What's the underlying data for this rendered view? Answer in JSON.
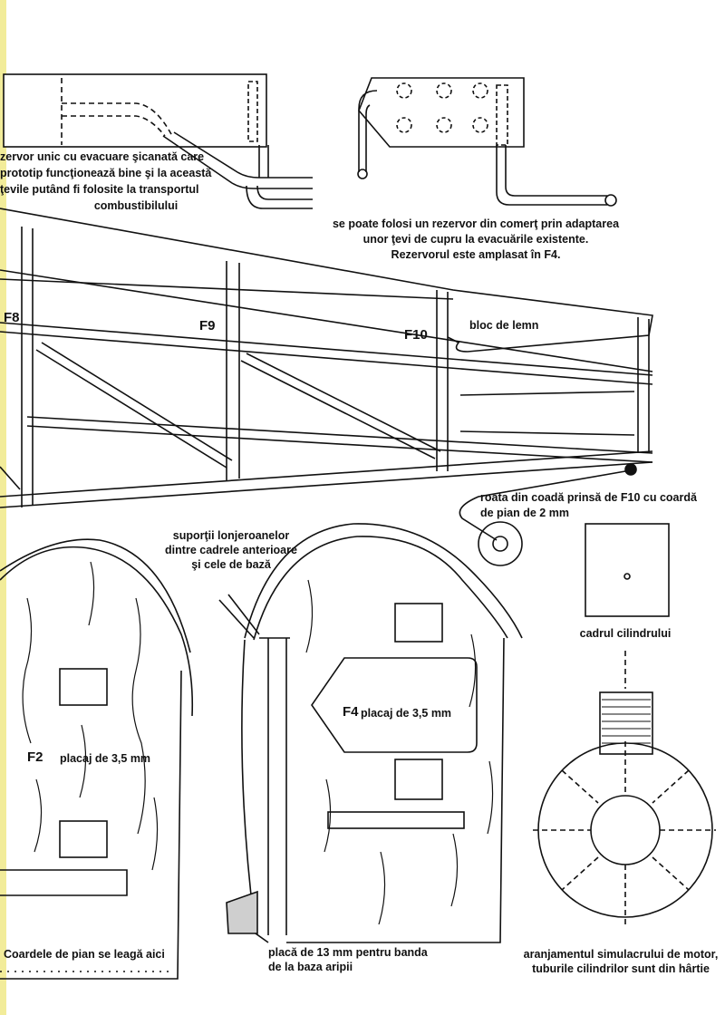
{
  "tank_note": {
    "line1": "zervor unic cu evacuare şicanată care",
    "line2": "prototip funcţionează bine şi la această",
    "line3": "ţevile putând fi folosite la transportul",
    "line4": "combustibilului"
  },
  "commercial_tank": {
    "line1": "se poate folosi un rezervor din comerţ prin adaptarea",
    "line2": "unor ţevi de cupru la evacuările existente.",
    "line3": "Rezervorul este amplasat în F4."
  },
  "frames": {
    "f8": "F8",
    "f9": "F9",
    "f10": "F10"
  },
  "wood_block": "bloc de lemn",
  "tail_wheel": {
    "line1": "roata din coadă prinsă de F10 cu coardă",
    "line2": "de pian de 2 mm"
  },
  "stringer_supports": {
    "line1": "suporţii lonjeroanelor",
    "line2": "dintre cadrele anterioare",
    "line3": "şi cele de bază"
  },
  "cylinder_frame": "cadrul cilindrului",
  "f4": {
    "code": "F4",
    "material": "placaj de 3,5 mm"
  },
  "f2": {
    "code": "F2",
    "material": "placaj de 3,5 mm"
  },
  "piano_wire_note": "Coardele de pian se leagă aici",
  "plate_note": {
    "line1": "placă de 13 mm pentru banda",
    "line2": "de la baza aripii"
  },
  "engine_sim": {
    "line1": "aranjamentul simulacrului de motor,",
    "line2": "tuburile cilindrilor sunt din hârtie"
  }
}
